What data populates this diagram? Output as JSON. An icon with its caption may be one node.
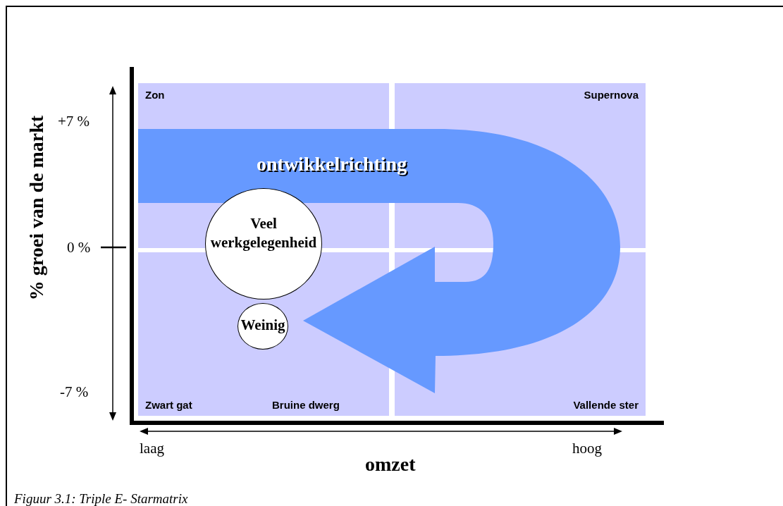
{
  "diagram": {
    "caption": "Figuur 3.1: Triple E- Starmatrix",
    "nodes": [
      {
        "text": [
          "ontwikkelrichting"
        ]
      },
      {
        "text": [
          "Veel werkgelegenheid"
        ]
      },
      {
        "text": [
          "Weinig"
        ]
      }
    ],
    "labels": [
      "Zon",
      "Supernova",
      "Zwart gat",
      "Bruine dwerg",
      "Vallende ster",
      "% groei van de markt",
      "+7 %",
      "0 %",
      "-7 %",
      "laag",
      "hoog",
      "omzet"
    ]
  }
}
